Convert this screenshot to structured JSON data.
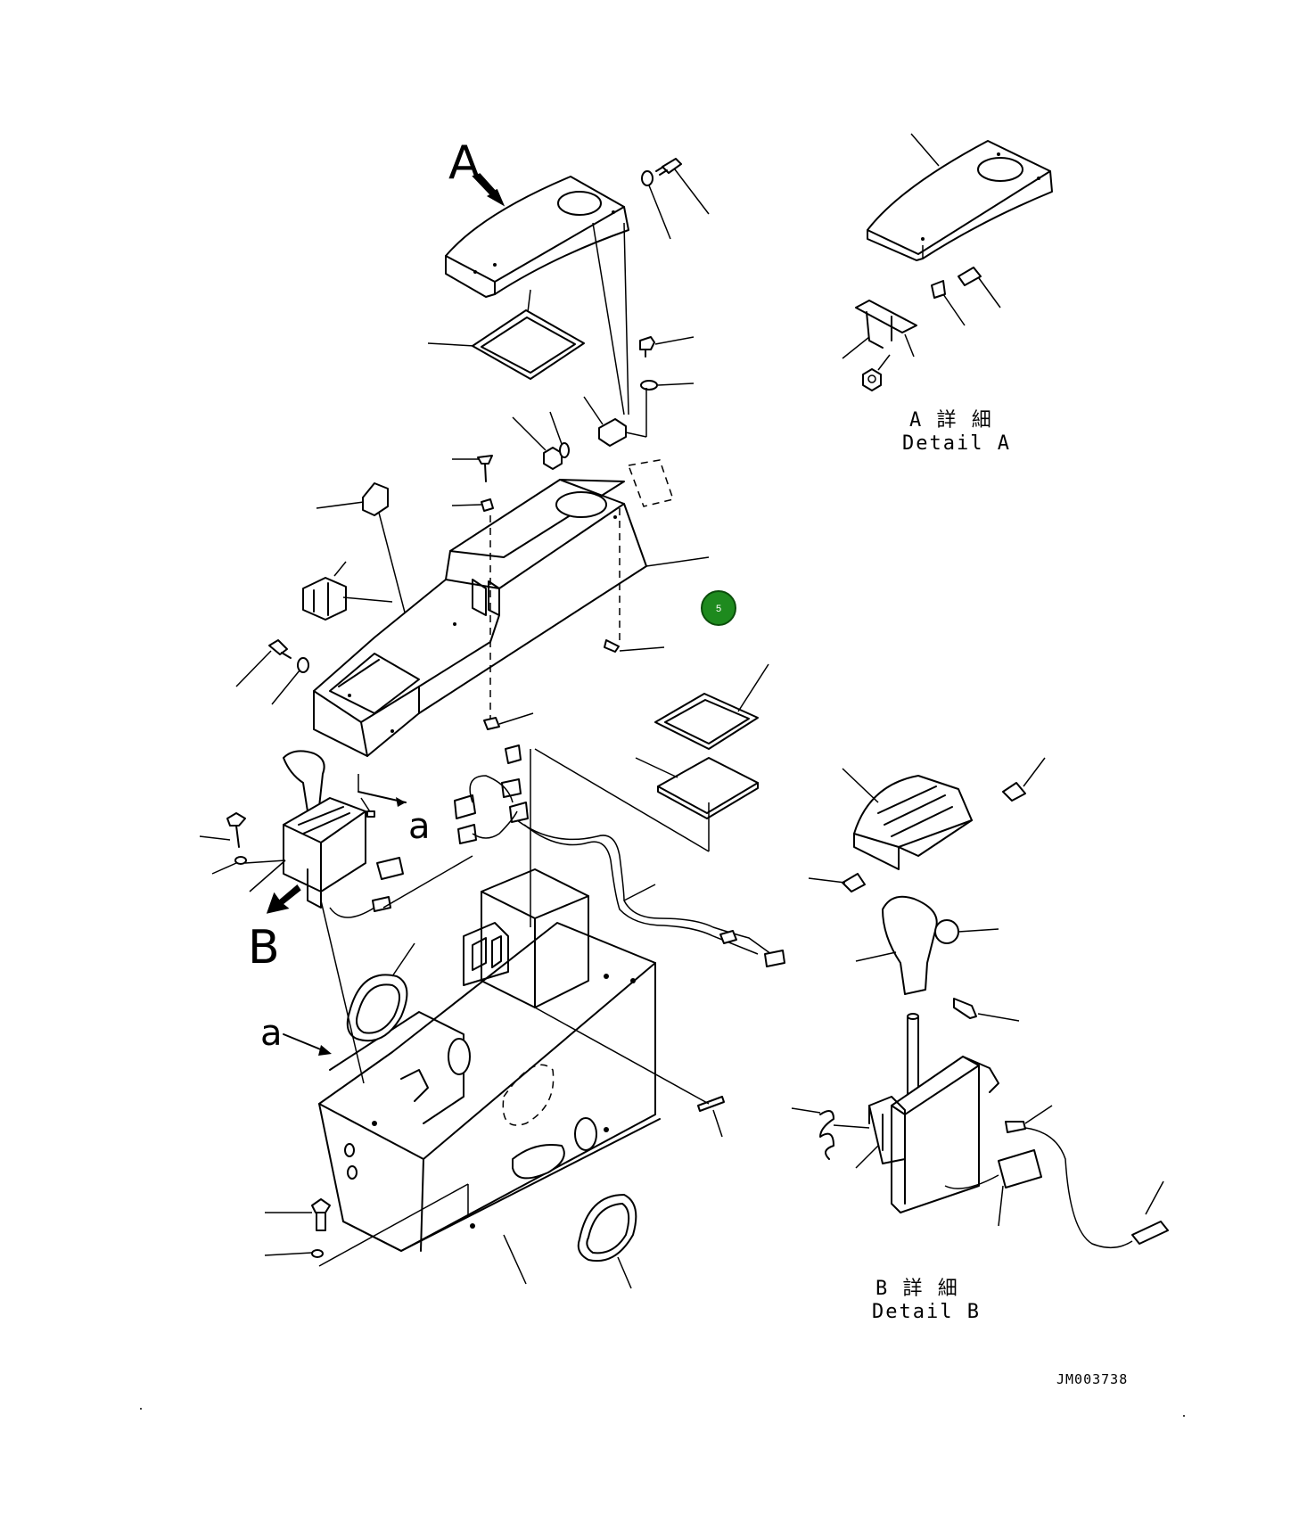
{
  "view_labels": {
    "A": "A",
    "B": "B",
    "a_right": "a",
    "a_left": "a"
  },
  "details": {
    "detail_a_jp": "A 詳 細",
    "detail_a_en": "Detail A",
    "detail_b_jp": "B 詳 細",
    "detail_b_en": "Detail B"
  },
  "drawing_code": "JM003738",
  "callout_badge": {
    "label": "5",
    "color": "#1e8a1e"
  },
  "colors": {
    "line": "#000000",
    "background": "#ffffff"
  }
}
